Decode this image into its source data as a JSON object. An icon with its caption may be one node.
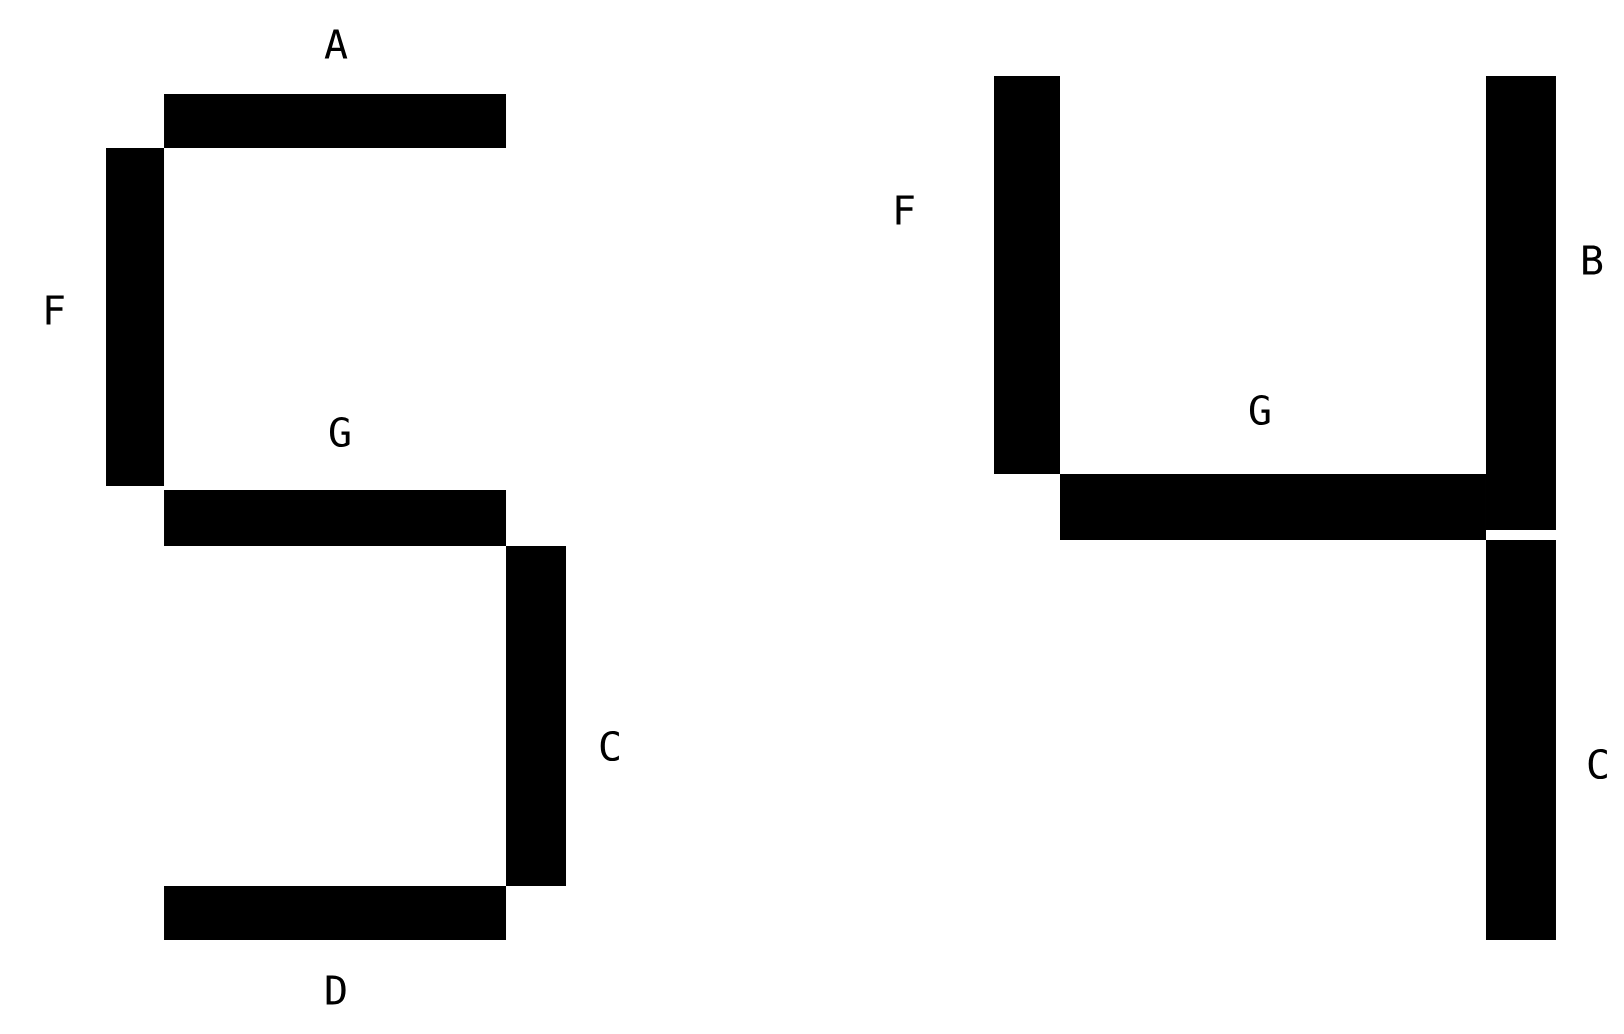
{
  "diagram": {
    "labels": [
      "A",
      "F",
      "G",
      "C",
      "D",
      "F",
      "G",
      "B",
      "C"
    ]
  }
}
